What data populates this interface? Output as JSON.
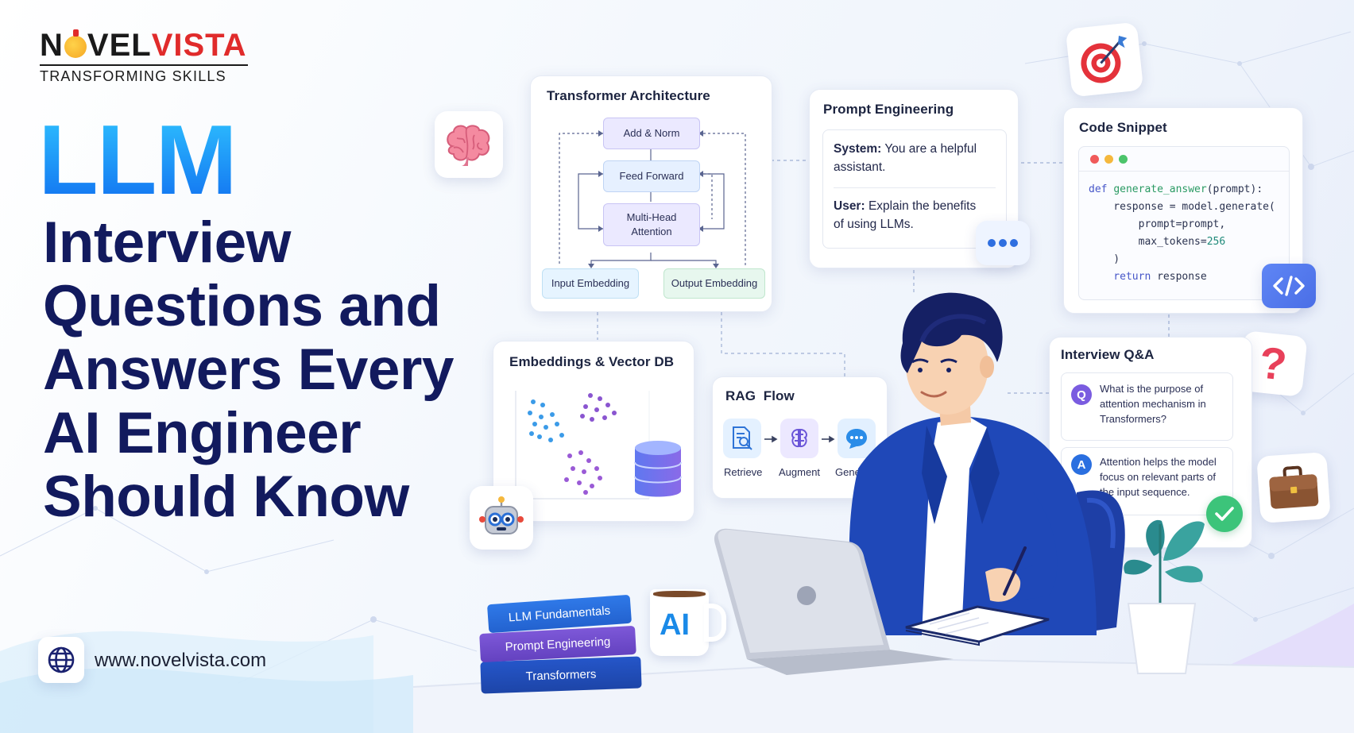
{
  "brand": {
    "name_left": "N",
    "name_mid": "VEL",
    "name_right": "VISTA",
    "tagline": "TRANSFORMING SKILLS"
  },
  "headline": {
    "accent": "LLM",
    "lines": [
      "Interview",
      "Questions and",
      "Answers Every",
      "AI Engineer",
      "Should Know"
    ]
  },
  "website": {
    "url": "www.novelvista.com",
    "icon": "globe-icon"
  },
  "transformer_card": {
    "title": "Transformer Architecture",
    "nodes": {
      "add_norm": "Add & Norm",
      "feed_forward": "Feed Forward",
      "multi_head_1": "Multi-Head",
      "multi_head_2": "Attention",
      "input_embedding": "Input Embedding",
      "output_embedding": "Output Embedding"
    }
  },
  "prompt_card": {
    "title": "Prompt Engineering",
    "system_label": "System:",
    "system_text_1": "You are a helpful",
    "system_text_2": "assistant.",
    "user_label": "User:",
    "user_text_1": "Explain the benefits",
    "user_text_2": "of using LLMs.",
    "icon": "chat-bubble-icon"
  },
  "code_card": {
    "title": "Code Snippet",
    "lines": {
      "l1_kw": "def ",
      "l1_fn": "generate_answer",
      "l1_rest": "(prompt):",
      "l2": "    response = model.generate(",
      "l3": "        prompt=prompt,",
      "l4_a": "        max_tokens=",
      "l4_num": "256",
      "l5": "    )",
      "l6_kw": "    return",
      "l6_rest": " response"
    },
    "icon": "code-brackets-icon",
    "dot_colors": [
      "#f05a5a",
      "#f5b83d",
      "#4cc46b"
    ]
  },
  "embeddings_card": {
    "title": "Embeddings & Vector DB",
    "icon": "database-icon"
  },
  "rag_card": {
    "title": "RAG  Flow",
    "steps": [
      "Retrieve",
      "Augment",
      "Generate"
    ],
    "icons": [
      "document-search-icon",
      "brain-chip-icon",
      "chat-icon"
    ]
  },
  "qa_card": {
    "title": "Interview Q&A",
    "q_badge": "Q",
    "q_lines": [
      "What is the purpose of",
      "attention mechanism in",
      "Transformers?"
    ],
    "a_badge": "A",
    "a_lines": [
      "Attention helps the model",
      "focus on relevant parts of",
      "the input sequence."
    ],
    "icon": "check-circle-icon"
  },
  "books": [
    "LLM Fundamentals",
    "Prompt Engineering",
    "Transformers"
  ],
  "mug": {
    "text": "AI"
  },
  "decor_icons": [
    "brain-icon",
    "target-icon",
    "question-mark-icon",
    "briefcase-icon",
    "robot-icon",
    "plant-icon",
    "laptop-icon",
    "person-illustration"
  ],
  "colors": {
    "navy": "#121a5e",
    "accent_blue": "#1596f5",
    "brand_orange": "#f5a623",
    "brand_red": "#e02b2b",
    "indigo": "#5b63e8"
  }
}
